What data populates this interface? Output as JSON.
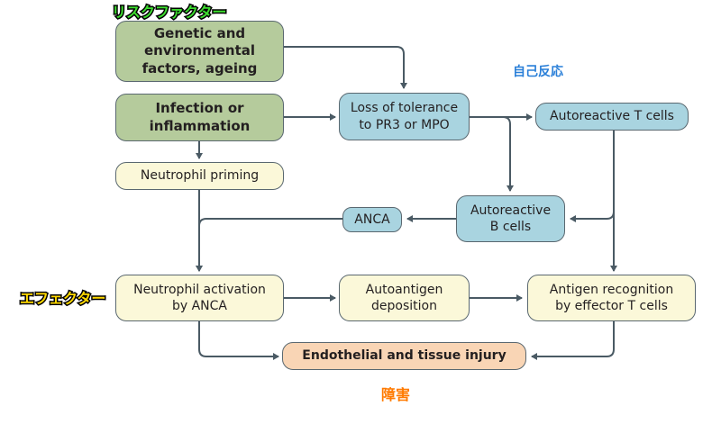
{
  "labels": {
    "risk_factors": "リスクファクター",
    "autoimmunity": "自己反応",
    "effector": "エフェクター",
    "injury": "障害"
  },
  "nodes": {
    "genetic": "Genetic and\nenvironmental\nfactors, ageing",
    "infection": "Infection or\ninflammation",
    "neutrophil_priming": "Neutrophil priming",
    "loss_tolerance": "Loss of tolerance\nto PR3 or MPO",
    "autoreactive_t": "Autoreactive T cells",
    "autoreactive_b": "Autoreactive\nB cells",
    "anca": "ANCA",
    "neutrophil_activation": "Neutrophil activation\nby ANCA",
    "autoantigen_deposition": "Autoantigen\ndeposition",
    "antigen_recognition": "Antigen recognition\nby effector T cells",
    "injury": "Endothelial and tissue injury"
  },
  "colors": {
    "risk_factors_label": "#3ddc2f",
    "autoimmunity_label": "#2a7fd8",
    "effector_label": "#ffd800",
    "injury_label": "#ff7a00",
    "arrow": "#4a5a64"
  }
}
